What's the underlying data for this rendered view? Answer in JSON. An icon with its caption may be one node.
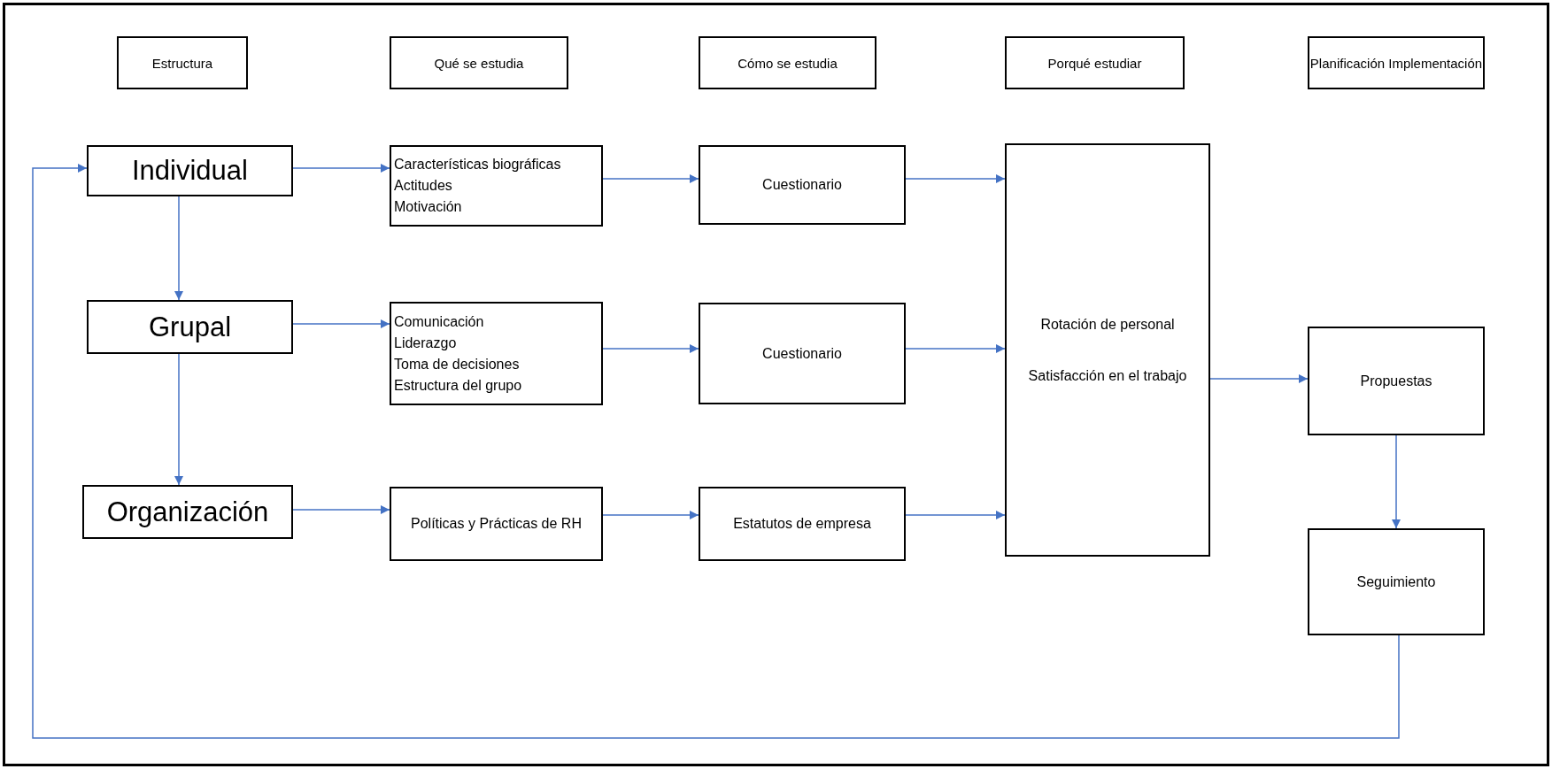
{
  "diagram": {
    "nodes": [
      {
        "text": [
          "Estructura"
        ]
      },
      {
        "text": [
          "Qué se estudia"
        ]
      },
      {
        "text": [
          "Cómo se estudia"
        ]
      },
      {
        "text": [
          "Porqué estudiar"
        ]
      },
      {
        "text": [
          "Planificación Implementación"
        ]
      },
      {
        "text": [
          "Individual"
        ]
      },
      {
        "text": [
          "Características biográficas",
          "Actitudes",
          "Motivación"
        ]
      },
      {
        "text": [
          "Cuestionario"
        ]
      },
      {
        "text": [
          "Rotación de personal",
          "Satisfacción en el trabajo"
        ]
      },
      {
        "text": [
          "Grupal"
        ]
      },
      {
        "text": [
          "Comunicación",
          "Liderazgo",
          "Toma de decisiones",
          "Estructura del grupo"
        ]
      },
      {
        "text": [
          "Cuestionario"
        ]
      },
      {
        "text": [
          "Propuestas"
        ]
      },
      {
        "text": [
          "Organización"
        ]
      },
      {
        "text": [
          "Políticas y Prácticas de RH"
        ]
      },
      {
        "text": [
          "Estatutos de empresa"
        ]
      },
      {
        "text": [
          "Seguimiento"
        ]
      }
    ],
    "edges": [
      {
        "from": 5,
        "to": 6,
        "arrow": "to"
      },
      {
        "from": 6,
        "to": 7,
        "arrow": "to"
      },
      {
        "from": 7,
        "to": 8,
        "arrow": "to"
      },
      {
        "from": 5,
        "to": 9,
        "arrow": "to"
      },
      {
        "from": 9,
        "to": 10,
        "arrow": "to"
      },
      {
        "from": 10,
        "to": 11,
        "arrow": "to"
      },
      {
        "from": 11,
        "to": 8,
        "arrow": "to"
      },
      {
        "from": 9,
        "to": 13,
        "arrow": "to"
      },
      {
        "from": 13,
        "to": 14,
        "arrow": "to"
      },
      {
        "from": 14,
        "to": 15,
        "arrow": "to"
      },
      {
        "from": 15,
        "to": 8,
        "arrow": "to"
      },
      {
        "from": 8,
        "to": 12,
        "arrow": "to"
      },
      {
        "from": 12,
        "to": 16,
        "arrow": "to"
      },
      {
        "from": 16,
        "to": 5,
        "arrow": "to"
      }
    ]
  }
}
